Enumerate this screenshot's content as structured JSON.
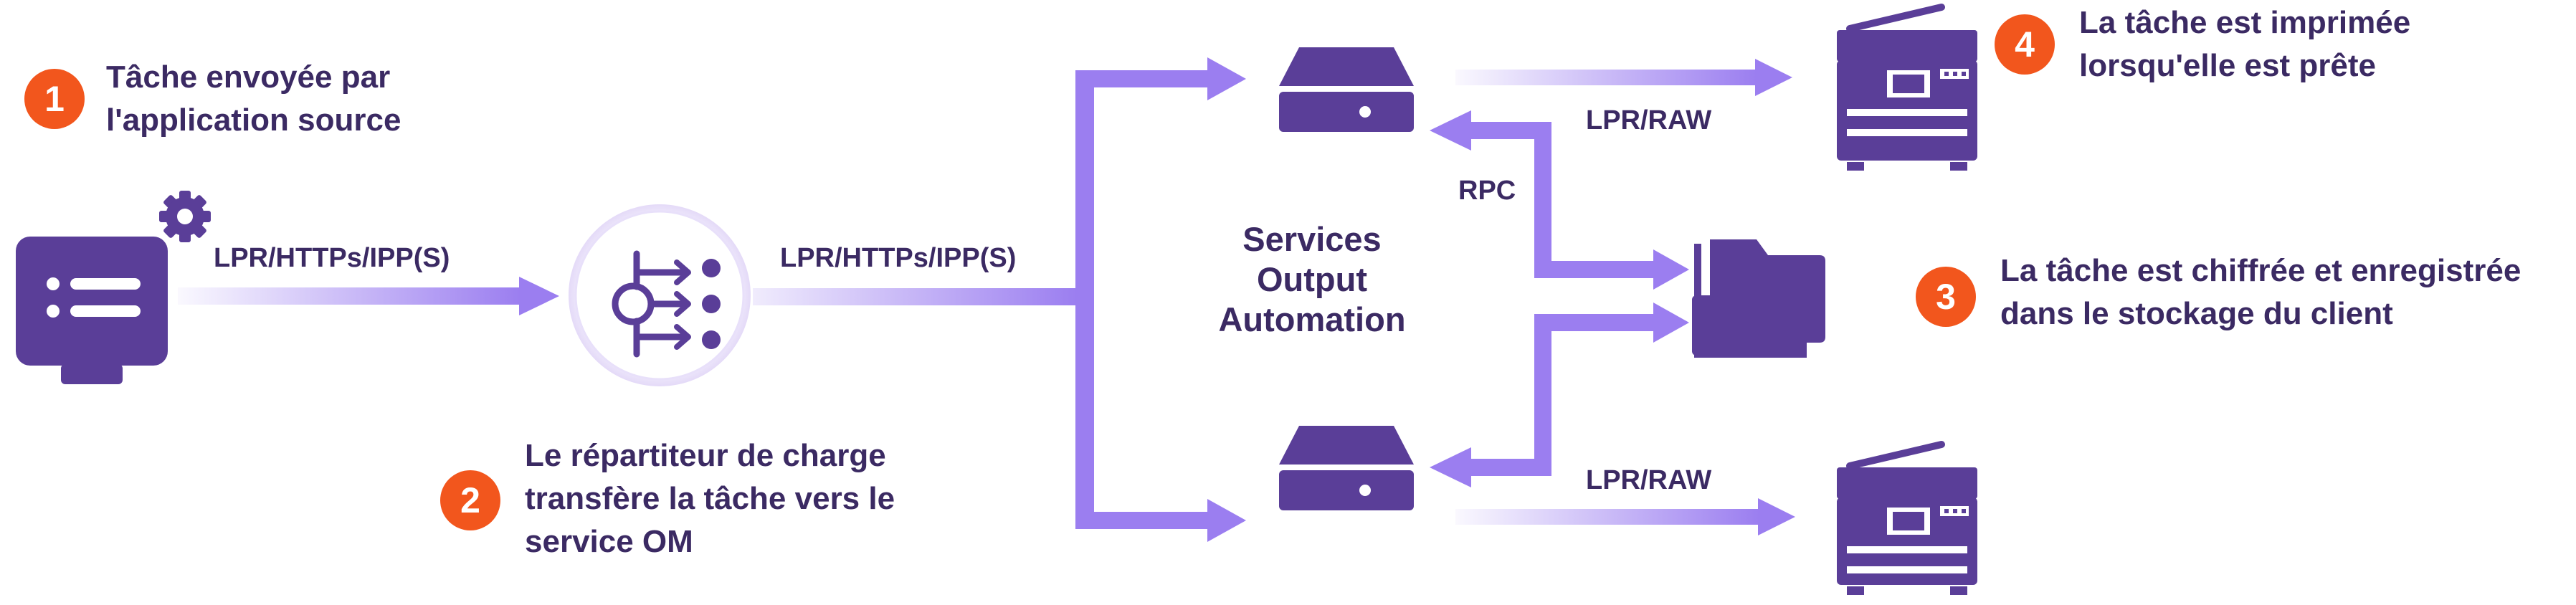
{
  "colors": {
    "primary": "#5a3e98",
    "arrow": "#9b7ef0",
    "arrow_light": "#ddd3fb",
    "badge": "#f2561d",
    "text": "#3b2a63"
  },
  "steps": [
    {
      "number": "1",
      "line1": "Tâche envoyée par",
      "line2": "l'application source"
    },
    {
      "number": "2",
      "line1": "Le répartiteur de charge",
      "line2": "transfère la tâche vers le",
      "line3": "service OM"
    },
    {
      "number": "3",
      "line1": "La tâche est chiffrée et enregistrée",
      "line2": "dans le stockage du client"
    },
    {
      "number": "4",
      "line1": "La tâche est imprimée",
      "line2": "lorsqu'elle est prête"
    }
  ],
  "protocols": {
    "source_to_balancer": "LPR/HTTPs/IPP(S)",
    "balancer_to_services": "LPR/HTTPs/IPP(S)",
    "top_to_printer": "LPR/RAW",
    "bottom_to_printer": "LPR/RAW",
    "storage": "RPC"
  },
  "center": {
    "line1": "Services",
    "line2": "Output",
    "line3": "Automation"
  },
  "icons": {
    "source": "computer-monitor-icon",
    "gear": "gear-icon",
    "balancer": "load-balancer-icon",
    "server": "server-icon",
    "printer": "printer-icon",
    "storage": "folder-icon"
  }
}
